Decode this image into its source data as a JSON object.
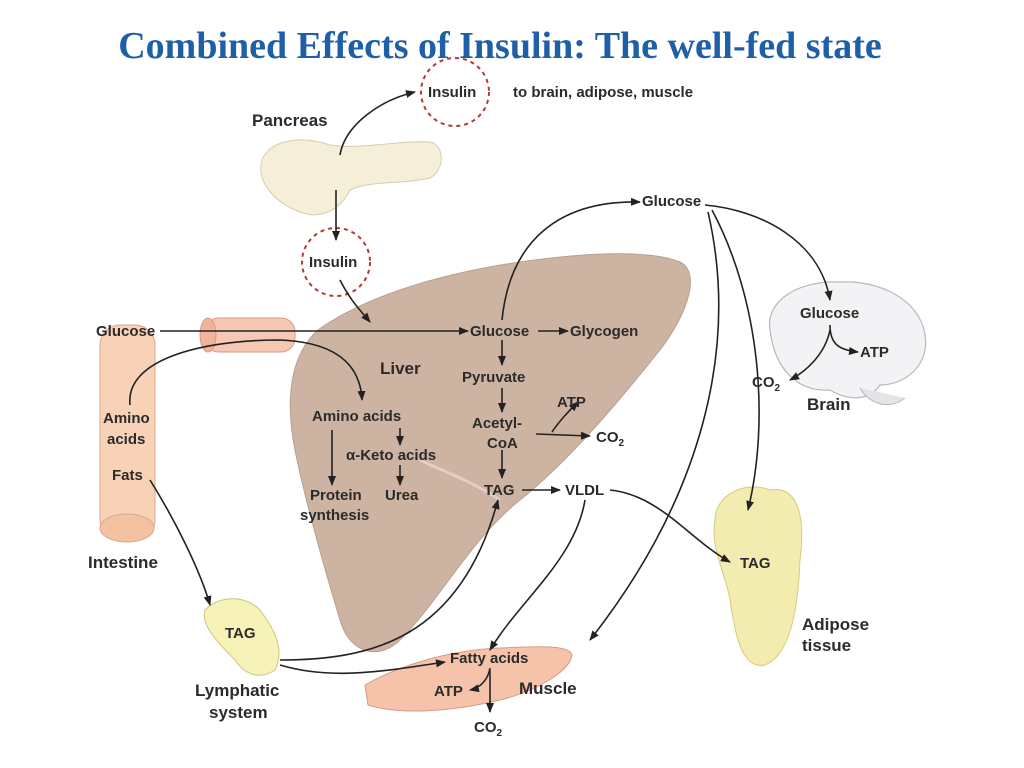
{
  "title": "Combined Effects of Insulin:  The well-fed state",
  "colors": {
    "title": "#1f5fa8",
    "liver": "#cdb3a2",
    "adipose": "#f3ecb0",
    "pancreas": "#f5efd9",
    "intestine": "#f7d2b6",
    "insulin_burst": "#b23a32"
  },
  "labels": {
    "pancreas": "Pancreas",
    "insulin_top": "Insulin",
    "insulin_top_target": "to brain, adipose, muscle",
    "insulin_mid": "Insulin",
    "glucose_intestine": "Glucose",
    "amino_acids_line1": "Amino",
    "amino_acids_line2": "acids",
    "fats": "Fats",
    "intestine": "Intestine",
    "liver": "Liver",
    "liver_glucose": "Glucose",
    "glycogen": "Glycogen",
    "pyruvate": "Pyruvate",
    "acetyl_coa_line1": "Acetyl-",
    "acetyl_coa_line2": "CoA",
    "atp_liver": "ATP",
    "co2_liver": "CO",
    "co2_sub": "2",
    "tag_liver": "TAG",
    "vldl": "VLDL",
    "liver_amino_acids": "Amino acids",
    "keto_acids": "α-Keto acids",
    "protein_line1": "Protein",
    "protein_line2": "synthesis",
    "urea": "Urea",
    "glucose_top": "Glucose",
    "brain_glucose": "Glucose",
    "brain_atp": "ATP",
    "brain_co2": "CO",
    "brain": "Brain",
    "tag_adipose": "TAG",
    "adipose_line1": "Adipose",
    "adipose_line2": "tissue",
    "tag_lymph": "TAG",
    "lymphatic_line1": "Lymphatic",
    "lymphatic_line2": "system",
    "fatty_acids": "Fatty acids",
    "atp_muscle": "ATP",
    "muscle": "Muscle",
    "co2_muscle": "CO"
  }
}
